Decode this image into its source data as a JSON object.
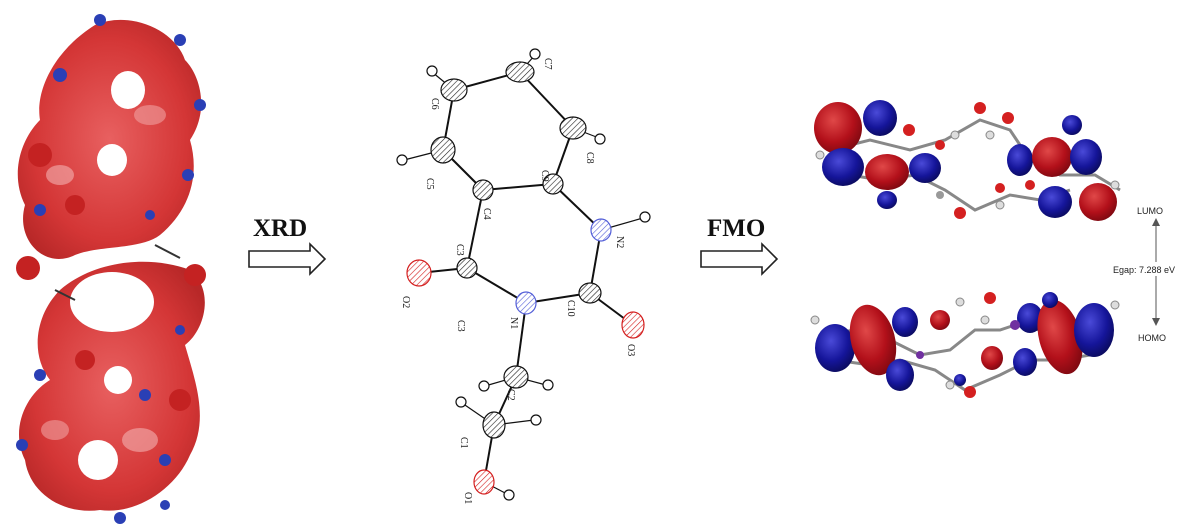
{
  "arrows": {
    "xrd_label": "XRD",
    "fmo_label": "FMO"
  },
  "molecule": {
    "atoms": {
      "c1": "C1",
      "c2": "C2",
      "c3": "C3",
      "c4": "C4",
      "c5": "C5",
      "c6": "C6",
      "c7": "C7",
      "c8": "C8",
      "c9": "C9",
      "c10": "C10",
      "n1": "N1",
      "n2": "N2",
      "o1": "O1",
      "o2": "O2",
      "o3": "O3"
    }
  },
  "fmo": {
    "lumo_label": "LUMO",
    "homo_label": "HOMO",
    "gap_label": "Egap: 7.288 eV"
  },
  "colors": {
    "esp_red": "#d93a3a",
    "esp_blue": "#2a3fb5",
    "orbital_red": "#b3101a",
    "orbital_blue": "#15159a",
    "oxygen": "#d42020",
    "nitrogen": "#5560d8"
  }
}
